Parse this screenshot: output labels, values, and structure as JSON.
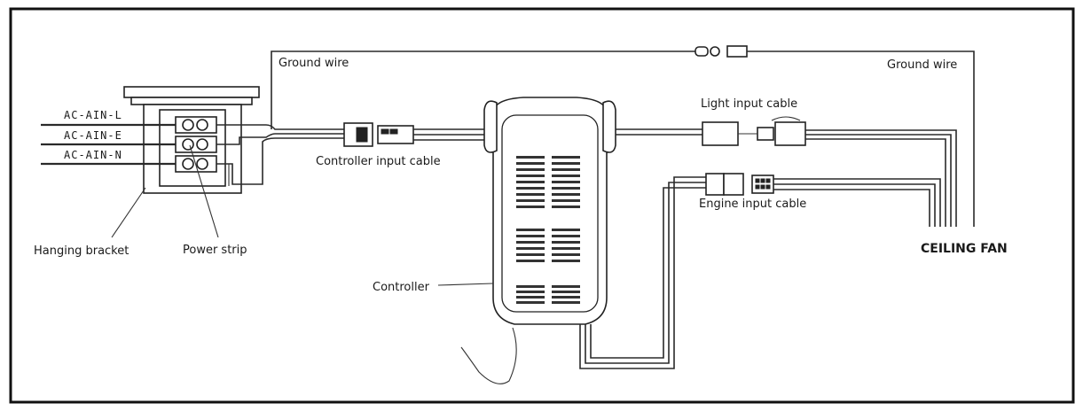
{
  "labels": {
    "ac_l": "AC-AIN-L",
    "ac_e": "AC-AIN-E",
    "ac_n": "AC-AIN-N",
    "ground_wire_left": "Ground wire",
    "ground_wire_right": "Ground wire",
    "controller_input_cable": "Controller input cable",
    "light_input_cable": "Light input cable",
    "engine_input_cable": "Engine input cable",
    "hanging_bracket": "Hanging bracket",
    "power_strip": "Power strip",
    "controller": "Controller",
    "ceiling_fan": "CEILING FAN"
  }
}
